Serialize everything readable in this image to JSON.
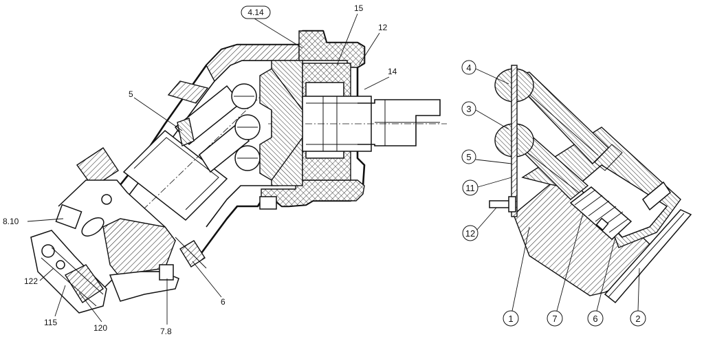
{
  "left_view": {
    "callouts": {
      "c_4_14": "4.14",
      "c_15": "15",
      "c_12": "12",
      "c_14": "14",
      "c_5": "5",
      "c_8_10": "8.10",
      "c_122": "122",
      "c_115": "115",
      "c_120": "120",
      "c_7_8": "7.8",
      "c_6": "6"
    }
  },
  "right_view": {
    "callouts": {
      "c_4": "4",
      "c_3": "3",
      "c_5": "5",
      "c_11": "11",
      "c_12": "12",
      "c_1": "1",
      "c_7": "7",
      "c_6": "6",
      "c_2": "2"
    }
  },
  "colors": {
    "ink": "#111111",
    "paper": "#ffffff"
  }
}
